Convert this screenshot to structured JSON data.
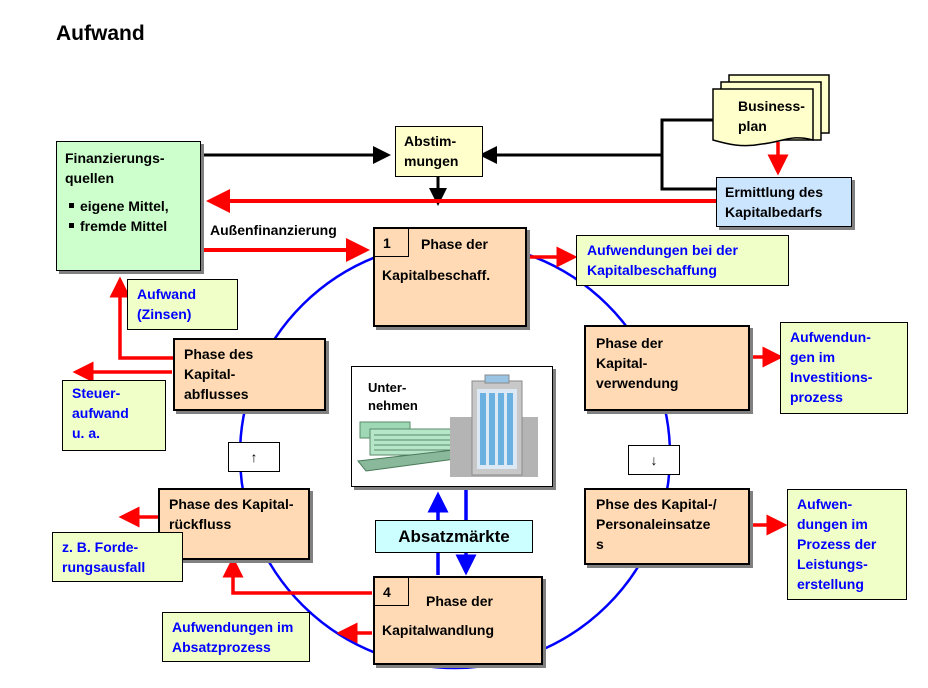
{
  "title": "Aufwand",
  "finanzierungsquellen": {
    "heading": [
      "Finanzierungs-",
      "quellen"
    ],
    "bullets": [
      "eigene Mittel,",
      "fremde Mittel"
    ],
    "bullet_icon": "square-bullet"
  },
  "abstimmungen": [
    "Abstim-",
    "mungen"
  ],
  "businessplan": [
    "Business-",
    "plan"
  ],
  "kapitalbedarf": [
    "Ermittlung des",
    "Kapitalbedarfs"
  ],
  "aussenfinanzierung": "Außenfinanzierung",
  "phases": {
    "beschaffung": {
      "number": "1",
      "line1": "Phase der",
      "line2": "Kapitalbeschaff."
    },
    "verwendung": [
      "Phase der",
      "Kapital-",
      "verwendung"
    ],
    "einsatz": [
      "Phse des Kapital-/",
      "Personaleinsatze",
      "s"
    ],
    "wandlung": {
      "number": "4",
      "line1": "Phase der",
      "line2": "Kapitalwandlung"
    },
    "rueckfluss": [
      "Phase des Kapital-",
      "rückfluss"
    ],
    "abfluss": [
      "Phase des",
      "Kapital-",
      "abflusses"
    ]
  },
  "notes": {
    "beschaffung": [
      "Aufwendungen bei der",
      "Kapitalbeschaffung"
    ],
    "investition": [
      "Aufwendun-",
      "gen im",
      "Investitions-",
      "prozess"
    ],
    "leistung": [
      "Aufwen-",
      "dungen im",
      "Prozess der",
      "Leistungs-",
      "erstellung"
    ],
    "absatz": [
      "Aufwendungen im",
      "Absatzprozess"
    ],
    "forderung": [
      "z. B. Forde-",
      "rungsausfall"
    ],
    "steuer": [
      "Steuer-",
      "aufwand",
      "u. a."
    ],
    "zinsen": [
      "Aufwand",
      "(Zinsen)"
    ]
  },
  "unternehmen": [
    "Unter-",
    "nehmen"
  ],
  "absatzmaerkte": "Absatzmärkte",
  "cycle_arrows": {
    "left": "↑",
    "right": "↓"
  },
  "colors": {
    "flow_red": "#ff0000",
    "cycle_blue": "#0000ff",
    "phase_fill": "#ffdab4",
    "note_fill": "#f0ffc8",
    "note_text": "#0000ff",
    "source_fill": "#ccffcc",
    "bedarf_fill": "#cce5ff",
    "markt_fill": "#ccffff",
    "abstimm_fill": "#ffffcc"
  }
}
